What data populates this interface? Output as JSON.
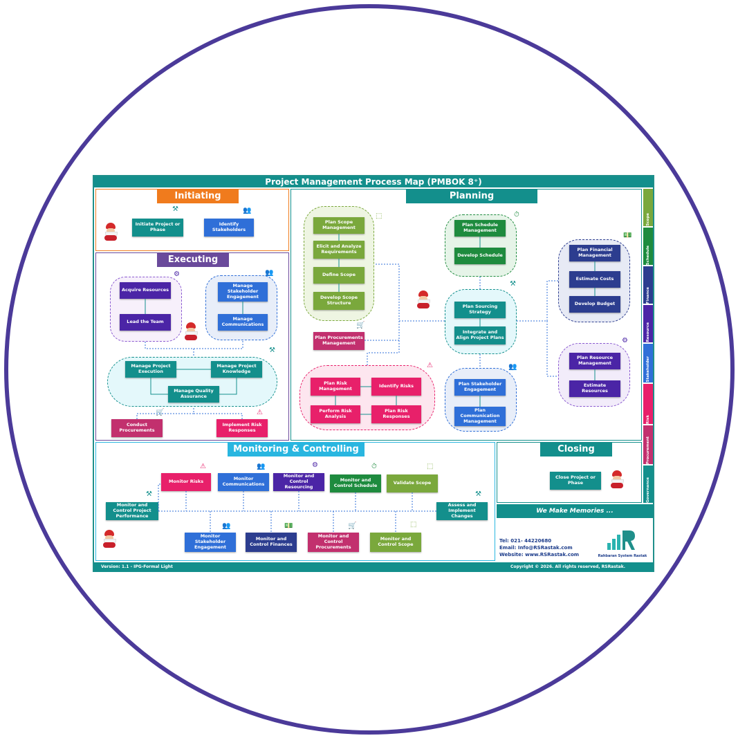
{
  "title": "Project Management Process Map (PMBOK 8⁺)",
  "sections": {
    "initiating": "Initiating",
    "executing": "Executing",
    "planning": "Planning",
    "monitoring": "Monitoring & Controlling",
    "closing": "Closing"
  },
  "initiating": {
    "initiate": "Initiate Project or Phase",
    "identify": "Identify Stakeholders"
  },
  "executing": {
    "acquire": "Acquire Resources",
    "lead": "Lead the Team",
    "manage_stakeholder": "Manage Stakeholder Engagement",
    "manage_comm": "Manage Communications",
    "manage_exec": "Manage Project Execution",
    "manage_knowledge": "Manage Project Knowledge",
    "manage_quality": "Manage Quality Assurance",
    "conduct_proc": "Conduct Procurements",
    "implement_risk": "Implement Risk Responses"
  },
  "planning": {
    "plan_scope": "Plan Scope Management",
    "elicit": "Elicit and Analyze Requirements",
    "define_scope": "Define Scope",
    "develop_scope": "Develop Scope Structure",
    "plan_schedule": "Plan Schedule Management",
    "develop_schedule": "Develop Schedule",
    "plan_financial": "Plan Financial Management",
    "estimate_costs": "Estimate Costs",
    "develop_budget": "Develop Budget",
    "plan_sourcing": "Plan Sourcing Strategy",
    "integrate": "Integrate and Align Project Plans",
    "plan_proc": "Plan Procurements Management",
    "plan_risk": "Plan Risk Management",
    "identify_risks": "Identify Risks",
    "perform_risk": "Perform Risk Analysis",
    "plan_risk_resp": "Plan Risk Responses",
    "plan_stakeholder": "Plan Stakeholder Engagement",
    "plan_comm": "Plan Communication Management",
    "plan_resource": "Plan Resource Management",
    "estimate_resources": "Estimate Resources"
  },
  "monitoring": {
    "monitor_risks": "Monitor Risks",
    "monitor_comm": "Monitor Communications",
    "monitor_resourcing": "Monitor and Control Resourcing",
    "monitor_schedule": "Monitor and Control Schedule",
    "validate_scope": "Validate Scope",
    "monitor_perf": "Monitor and Control Project Performance",
    "assess_changes": "Assess and Implement Changes",
    "monitor_stakeholder": "Monitor Stakeholder Engagement",
    "monitor_finances": "Monitor and Control Finances",
    "monitor_proc": "Monitor and Control Procurements",
    "monitor_scope": "Monitor and Control Scope"
  },
  "closing": {
    "close": "Close Project or Phase",
    "tagline": "We Make Memories ..."
  },
  "side_tabs": [
    "Scope",
    "Schedule",
    "Finance",
    "Resource",
    "Stakeholder",
    "Risk",
    "Procurement",
    "Governance"
  ],
  "contact": {
    "tel": "Tel: 021- 44220680",
    "email": "Email: Info@RSRastak.com",
    "website": "Website: www.RSRastak.com",
    "company": "Rahbaran System Rastak"
  },
  "footer": {
    "version": "Version: 1.1 - IPG-Formal Light",
    "copyright": "Copyright © 2026. All rights reserved, RSRastak."
  },
  "colors": {
    "teal": "#138f8c",
    "orange": "#f07b1d",
    "purple": "#6a4a9b",
    "scope_green": "#7aa83c",
    "schedule_green": "#1e8b3e",
    "finance_navy": "#2c3d8f",
    "resource_indigo": "#4b25a6",
    "stakeholder_blue": "#2f6fd8",
    "risk_pink": "#e8206a",
    "procurement_magenta": "#c2306e"
  }
}
